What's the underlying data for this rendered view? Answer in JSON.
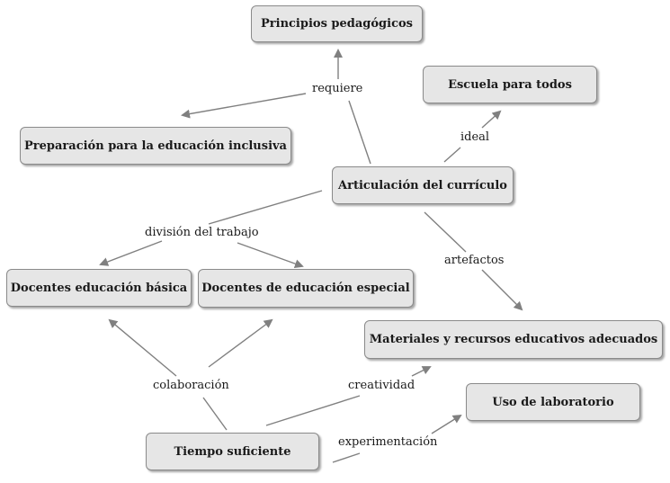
{
  "nodes": {
    "principios": "Principios pedagógicos",
    "escuela": "Escuela para todos",
    "preparacion": "Preparación para la educación inclusiva",
    "articulacion": "Articulación del currículo",
    "basica": "Docentes educación básica",
    "especial": "Docentes de educación especial",
    "materiales": "Materiales y recursos educativos adecuados",
    "laboratorio": "Uso de laboratorio",
    "tiempo": "Tiempo suficiente"
  },
  "links": {
    "requiere": "requiere",
    "ideal": "ideal",
    "division": "división del trabajo",
    "artefactos": "artefactos",
    "colaboracion": "colaboración",
    "creatividad": "creatividad",
    "experimentacion": "experimentación"
  },
  "colors": {
    "node_fill": "#e6e6e6",
    "node_border": "#8a8a8a",
    "edge": "#808080"
  }
}
